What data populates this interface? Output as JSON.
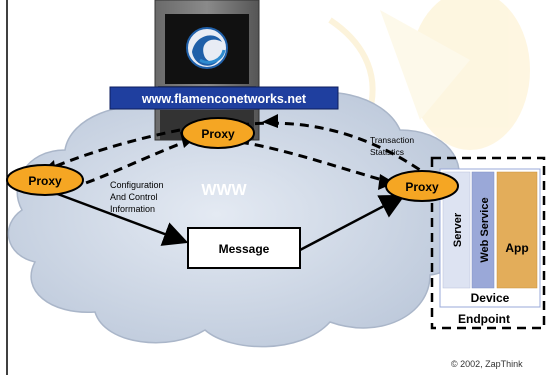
{
  "server": {
    "url": "www.flamenconetworks.net",
    "logo_icon": "flamenco-swirl-logo"
  },
  "cloud_label": "WWW",
  "nodes": {
    "proxy_top": "Proxy",
    "proxy_left": "Proxy",
    "proxy_right": "Proxy",
    "message": "Message"
  },
  "annotations": {
    "transaction_line1": "Transaction",
    "transaction_line2": "Statistics",
    "config_line1": "Configuration",
    "config_line2": "And Control",
    "config_line3": "Information"
  },
  "endpoint": {
    "server": "Server",
    "web_service": "Web Service",
    "app": "App",
    "device": "Device",
    "endpoint": "Endpoint"
  },
  "copyright": "© 2002, ZapThink",
  "colors": {
    "proxy_fill": "#F5A623",
    "url_bar": "#1F3F9F",
    "server_col": "#DDE3F2",
    "webservice_col": "#9AA8D8",
    "app_col": "#E3AD5A",
    "cloud_fill": "#CBD5E4"
  }
}
